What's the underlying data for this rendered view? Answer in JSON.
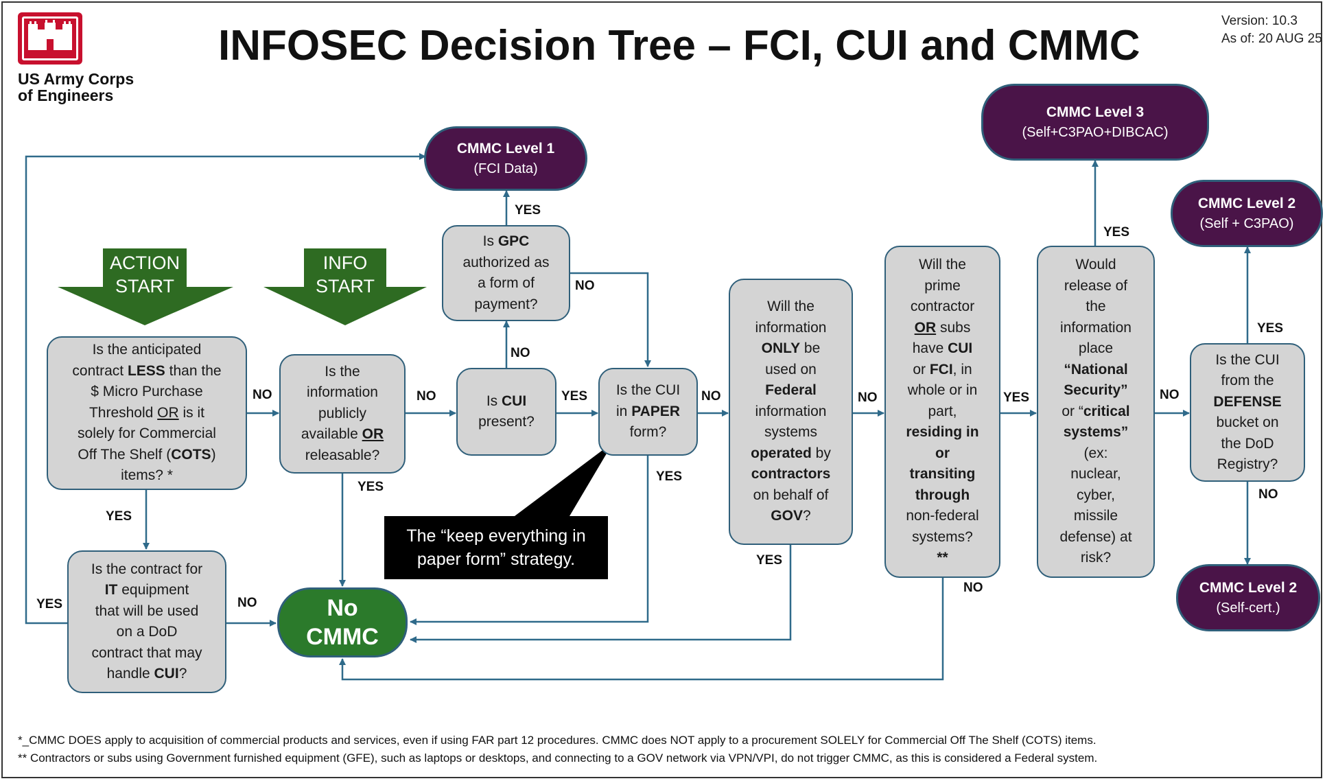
{
  "header": {
    "org_line1": "US Army Corps",
    "org_line2": "of Engineers",
    "title": "INFOSEC Decision Tree – FCI, CUI and CMMC",
    "version": "Version: 10.3",
    "as_of": "As of: 20 AUG 25"
  },
  "starts": {
    "action_line1": "ACTION",
    "action_line2": "START",
    "info_line1": "INFO",
    "info_line2": "START"
  },
  "questions": {
    "micro": [
      "Is the anticipated",
      "contract ",
      "LESS",
      " than the",
      "$ Micro Purchase",
      "Threshold ",
      "OR",
      " is it",
      "solely for Commercial",
      "Off The Shelf (",
      "COTS",
      ")",
      "items? *"
    ],
    "it": [
      "Is the contract for",
      "IT",
      " equipment",
      "that will be used",
      "on a DoD",
      "contract that may",
      "handle ",
      "CUI",
      "?"
    ],
    "public": [
      "Is the",
      "information",
      "publicly",
      "available ",
      "OR",
      "releasable?"
    ],
    "cui_present": [
      "Is ",
      "CUI",
      "present?"
    ],
    "gpc": [
      "Is ",
      "GPC",
      "authorized as",
      "a form of",
      "payment?"
    ],
    "paper": [
      "Is the CUI",
      "in ",
      "PAPER",
      "form?"
    ],
    "federal": [
      "Will the",
      "information",
      "ONLY",
      " be",
      "used on",
      "Federal",
      "information",
      "systems",
      "operated",
      " by",
      "contractors",
      "on behalf of",
      "GOV",
      "?"
    ],
    "prime": [
      "Will the",
      "prime",
      "contractor",
      "OR",
      " subs",
      "have ",
      "CUI",
      "or ",
      "FCI",
      ", in",
      "whole or in",
      "part,",
      "residing in",
      "or",
      "transiting",
      "through",
      "non-federal",
      "systems?",
      "**"
    ],
    "national": [
      "Would",
      "release of",
      "the",
      "information",
      "place",
      "“National",
      "Security”",
      "or “",
      "critical",
      "systems”",
      "(ex:",
      "nuclear,",
      "cyber,",
      "missile",
      "defense) at",
      "risk?"
    ],
    "defense": [
      "Is the CUI",
      "from the",
      "DEFENSE",
      "bucket on",
      "the DoD",
      "Registry?"
    ]
  },
  "outcomes": {
    "l1_title": "CMMC Level 1",
    "l1_sub": "(FCI Data)",
    "l3_title": "CMMC Level 3",
    "l3_sub": "(Self+C3PAO+DIBCAC)",
    "l2a_title": "CMMC Level 2",
    "l2a_sub": "(Self + C3PAO)",
    "l2b_title": "CMMC Level 2",
    "l2b_sub": "(Self-cert.)",
    "no_line1": "No",
    "no_line2": "CMMC"
  },
  "labels": {
    "yes": "YES",
    "no": "NO"
  },
  "callout": {
    "line1": "The “keep everything in",
    "line2": "paper form” strategy."
  },
  "footnotes": {
    "f1": "*_CMMC DOES apply to acquisition of commercial products and services, even if using FAR part 12 procedures. CMMC does NOT apply to a procurement SOLELY for Commercial Off The Shelf (COTS) items.",
    "f2": "** Contractors or subs using Government furnished equipment (GFE), such as laptops or desktops, and connecting to a GOV network via VPN/VPI, do not trigger CMMC, as this is considered a Federal system."
  },
  "colors": {
    "outcome_purple": "#4a1448",
    "no_cmmc_green": "#2b7a2b",
    "start_green": "#2e6b22",
    "connector": "#2f6a8a",
    "question_gray": "#d4d4d4"
  }
}
